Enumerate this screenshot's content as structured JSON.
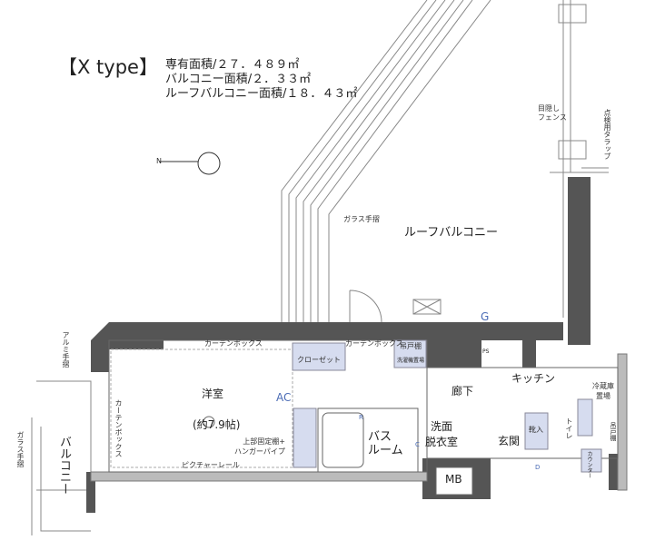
{
  "header": {
    "type_label": "【X type】",
    "areas": [
      "専有面積/２７．４８９㎡",
      "バルコニー面積/２．３３㎡",
      "ルーフバルコニー面積/１８．４３㎡"
    ]
  },
  "compass": {
    "label": "N"
  },
  "labels": {
    "glass_rail_roof": "ガラス手摺",
    "roof_balcony": "ルーフバルコニー",
    "screen_fence": "目隠し\nフェンス",
    "inspection_ladder": "点検用タラップ",
    "aluminum_rail": "アルミ手摺",
    "glass_rail_balcony": "ガラス手摺",
    "balcony": "バルコニー",
    "curtain_box_1": "カーテンボックス",
    "curtain_box_2": "カーテンボックス",
    "curtain_box_3": "カーテンボックス",
    "western_room": "洋室",
    "western_room_size": "(約7.9帖)",
    "ac": "AC",
    "closet": "クローゼット",
    "shelf_hanger": "上部固定棚+\nハンガーパイプ",
    "picture_rail": "ピクチャーレール",
    "hanging_cupboard_1": "吊戸棚",
    "washer_space": "洗濯機置場",
    "bathroom": "バス\nルーム",
    "washroom": "洗面\n脱衣室",
    "hallway": "廊下",
    "kitchen": "キッチン",
    "entrance": "玄関",
    "shoe_box": "靴入",
    "toilet": "トイレ",
    "fridge_space": "冷蔵庫\n置場",
    "hanging_cupboard_2": "吊戸棚",
    "counter": "カウンター",
    "mb": "MB",
    "ps": "PS",
    "g": "G",
    "r": "R",
    "c": "C",
    "d": "D"
  }
}
